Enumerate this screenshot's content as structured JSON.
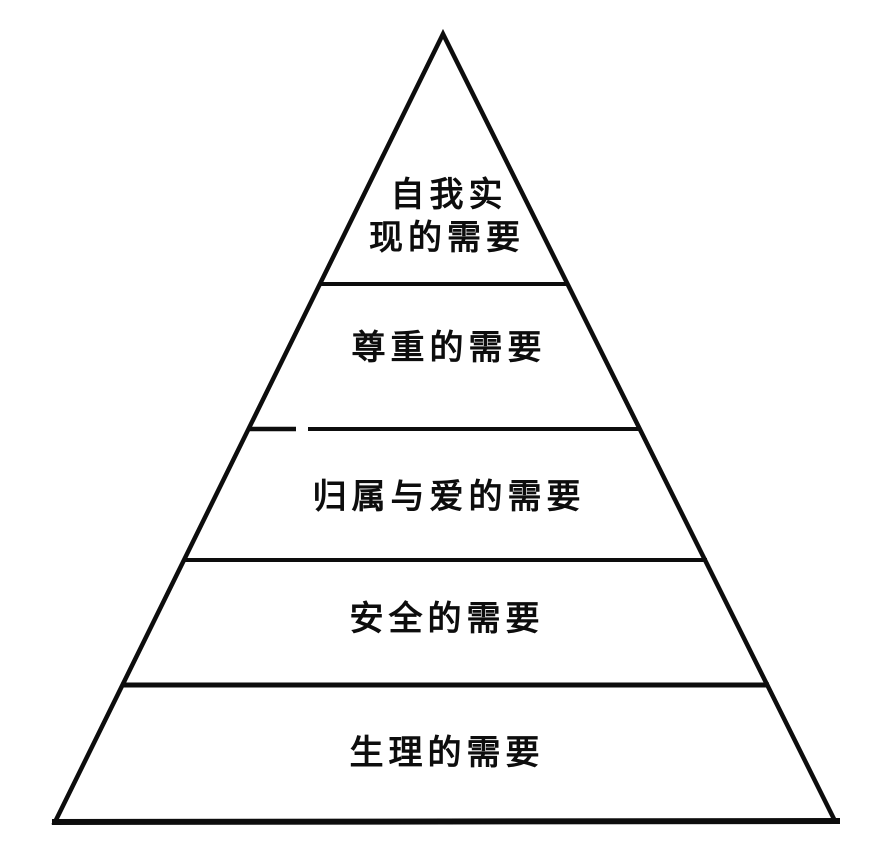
{
  "pyramid": {
    "levels": [
      {
        "lines": [
          "自我实",
          "现的需要"
        ]
      },
      {
        "lines": [
          "尊重的需要"
        ]
      },
      {
        "lines": [
          "归属与爱的需要"
        ]
      },
      {
        "lines": [
          "安全的需要"
        ]
      },
      {
        "lines": [
          "生理的需要"
        ]
      }
    ],
    "colors": {
      "line": "#0d0d0d",
      "text": "#0d0d0d",
      "background": "#ffffff"
    }
  }
}
